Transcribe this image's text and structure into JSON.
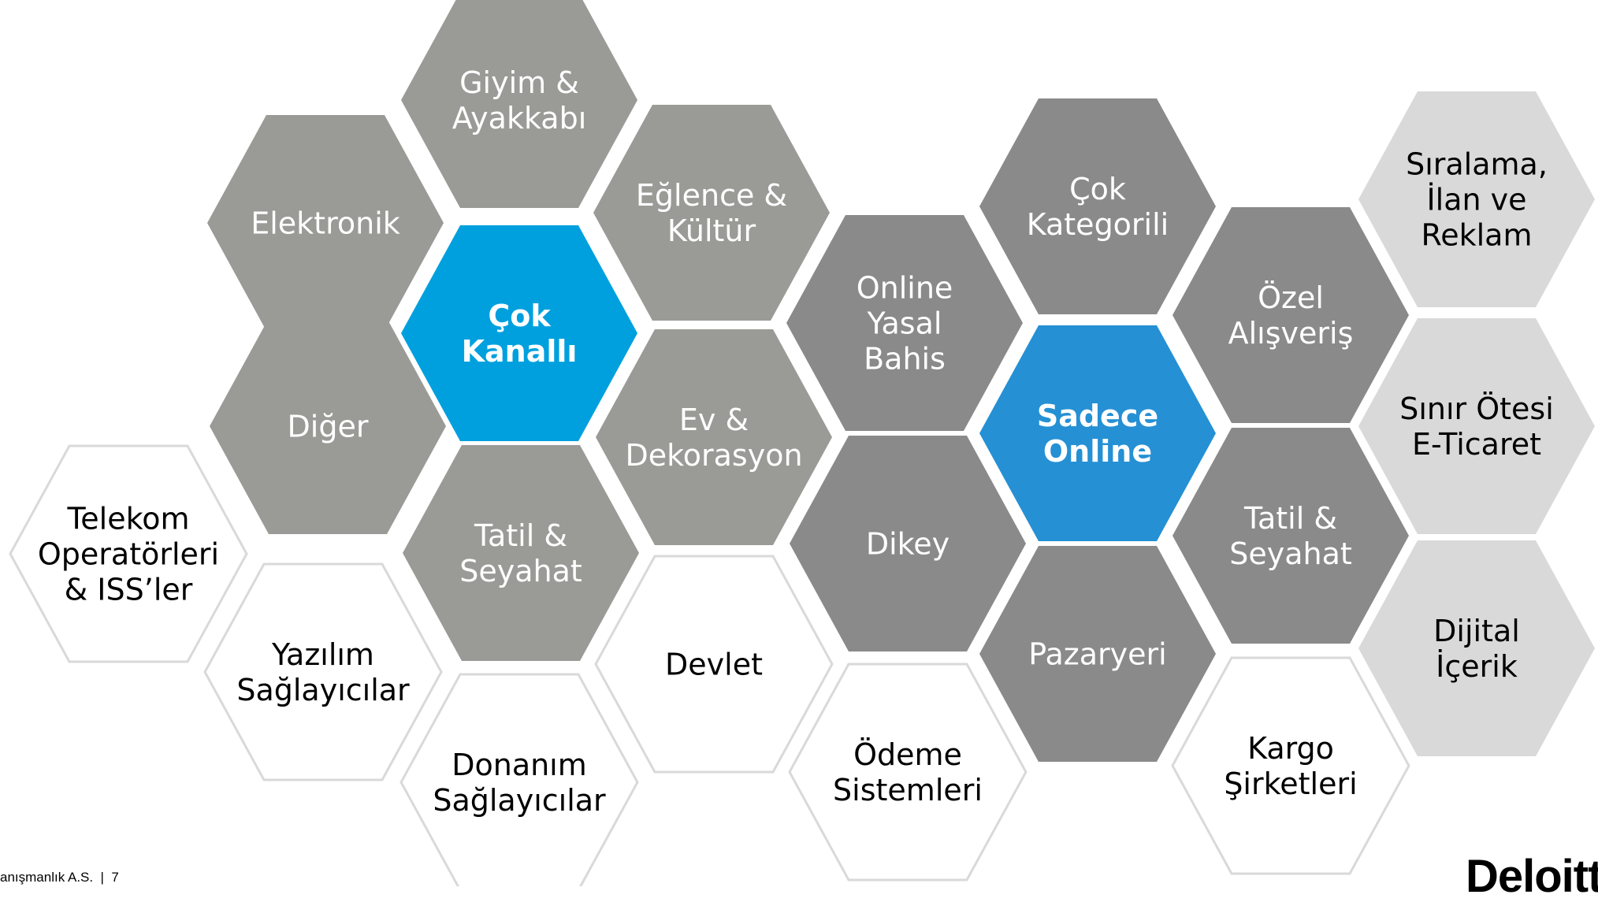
{
  "colors": {
    "dark_gray": "#8a8a8a",
    "medium_gray": "#9a9b97",
    "light_gray": "#d9d9d9",
    "blue_primary": "#00a0df",
    "blue_secondary": "#2590d4",
    "outline": "#d9d9d9",
    "text_light": "#ffffff",
    "text_dark": "#000000"
  },
  "hexagons": [
    {
      "id": "giyim-ayakkabi",
      "lines": [
        "Giyim &",
        "Ayakkabı"
      ],
      "style": "medium"
    },
    {
      "id": "elektronik",
      "lines": [
        "Elektronik"
      ],
      "style": "medium"
    },
    {
      "id": "eglence-kultur",
      "lines": [
        "Eğlence &",
        "Kültür"
      ],
      "style": "medium"
    },
    {
      "id": "cok-kanalli",
      "lines": [
        "Çok",
        "Kanallı"
      ],
      "style": "blue_primary"
    },
    {
      "id": "diger",
      "lines": [
        "Diğer"
      ],
      "style": "medium"
    },
    {
      "id": "ev-dekorasyon",
      "lines": [
        "Ev &",
        "Dekorasyon"
      ],
      "style": "medium"
    },
    {
      "id": "tatil-seyahat-left",
      "lines": [
        "Tatil &",
        "Seyahat"
      ],
      "style": "medium"
    },
    {
      "id": "telekom",
      "lines": [
        "Telekom",
        "Operatörleri",
        "& ISS’ler"
      ],
      "style": "outline"
    },
    {
      "id": "yazilim",
      "lines": [
        "Yazılım",
        "Sağlayıcılar"
      ],
      "style": "outline"
    },
    {
      "id": "donanim",
      "lines": [
        "Donanım",
        "Sağlayıcılar"
      ],
      "style": "outline"
    },
    {
      "id": "devlet",
      "lines": [
        "Devlet"
      ],
      "style": "outline"
    },
    {
      "id": "online-yasal-bahis",
      "lines": [
        "Online",
        "Yasal",
        "Bahis"
      ],
      "style": "dark"
    },
    {
      "id": "cok-kategorili",
      "lines": [
        "Çok",
        "Kategorili"
      ],
      "style": "dark"
    },
    {
      "id": "sadece-online",
      "lines": [
        "Sadece",
        "Online"
      ],
      "style": "blue_secondary"
    },
    {
      "id": "ozel-alisveris",
      "lines": [
        "Özel",
        "Alışveriş"
      ],
      "style": "dark"
    },
    {
      "id": "dikey",
      "lines": [
        "Dikey"
      ],
      "style": "dark"
    },
    {
      "id": "tatil-seyahat-right",
      "lines": [
        "Tatil &",
        "Seyahat"
      ],
      "style": "dark"
    },
    {
      "id": "pazaryeri",
      "lines": [
        "Pazaryeri"
      ],
      "style": "dark"
    },
    {
      "id": "odeme",
      "lines": [
        "Ödeme",
        "Sistemleri"
      ],
      "style": "outline"
    },
    {
      "id": "kargo",
      "lines": [
        "Kargo",
        "Şirketleri"
      ],
      "style": "outline"
    },
    {
      "id": "siralama",
      "lines": [
        "Sıralama,",
        "İlan ve",
        "Reklam"
      ],
      "style": "light"
    },
    {
      "id": "sinir-otesi",
      "lines": [
        "Sınır Ötesi",
        "E-Ticaret"
      ],
      "style": "light"
    },
    {
      "id": "dijital-icerik",
      "lines": [
        "Dijital",
        "İçerik"
      ],
      "style": "light"
    }
  ],
  "footer": {
    "text": "anışmanlık A.S.  |  7"
  },
  "logo": {
    "text": "Deloitt"
  }
}
